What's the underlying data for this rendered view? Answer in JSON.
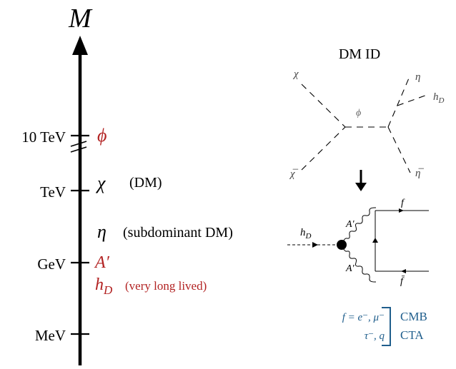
{
  "scale_axis": {
    "label": "M",
    "ticks": [
      "10 TeV",
      "TeV",
      "GeV",
      "MeV"
    ]
  },
  "particles": [
    {
      "symbol": "ϕ",
      "note": "",
      "color": "#b22222"
    },
    {
      "symbol": "χ",
      "note": "(DM)",
      "color": "#000000"
    },
    {
      "symbol": "η",
      "note": "(subdominant DM)",
      "color": "#000000"
    },
    {
      "symbol": "A′",
      "note": "",
      "color": "#b22222"
    },
    {
      "symbol": "h",
      "subscript": "D",
      "note": "(very long lived)",
      "color": "#b22222"
    }
  ],
  "dm_id": {
    "title": "DM ID",
    "diagram1": {
      "in_top": "χ",
      "in_bottom": "χ̅",
      "mediator": "ϕ",
      "out_top": "η",
      "out_hd": "h",
      "out_hd_sub": "D",
      "out_bottom": "η̅"
    },
    "diagram2": {
      "incoming": "h",
      "incoming_sub": "D",
      "photon_top": "A′",
      "photon_bottom": "A′",
      "fermion_top": "f",
      "fermion_bottom": "f̄"
    }
  },
  "final_states": {
    "prefix": "f = e⁻, μ⁻",
    "line2": "τ⁻, q",
    "probe1": "CMB",
    "probe2": "CTA",
    "color": "#1f5e8c"
  }
}
